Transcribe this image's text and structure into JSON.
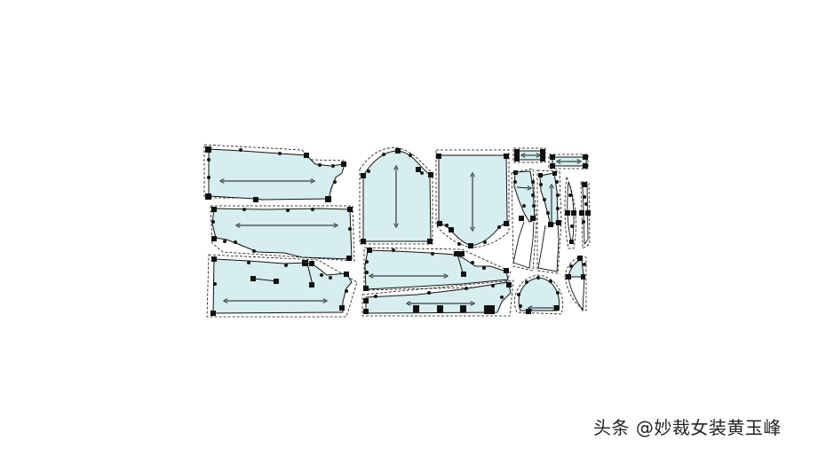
{
  "watermark": {
    "text": "头条 @妙裁女装黄玉峰"
  },
  "diagram": {
    "type": "garment-pattern-layout",
    "fill_color": "#d6eef0",
    "line_color": "#111111",
    "pieces": [
      {
        "id": "piece-1",
        "shape": "front-panel-top"
      },
      {
        "id": "piece-2",
        "shape": "back-panel-middle"
      },
      {
        "id": "piece-3",
        "shape": "side-panel-bottom"
      },
      {
        "id": "piece-4",
        "shape": "sleeve-cap"
      },
      {
        "id": "piece-5",
        "shape": "yoke-pointed"
      },
      {
        "id": "piece-6",
        "shape": "waist-panel"
      },
      {
        "id": "piece-7",
        "shape": "waistband-strip"
      },
      {
        "id": "piece-8",
        "shape": "small-tab-1"
      },
      {
        "id": "piece-9",
        "shape": "small-tab-2"
      },
      {
        "id": "piece-10",
        "shape": "facing-1"
      },
      {
        "id": "piece-11",
        "shape": "facing-2"
      },
      {
        "id": "piece-12",
        "shape": "narrow-strip-1"
      },
      {
        "id": "piece-13",
        "shape": "narrow-strip-2"
      },
      {
        "id": "piece-14",
        "shape": "collar-round"
      },
      {
        "id": "piece-15",
        "shape": "pocket-curve"
      }
    ]
  }
}
